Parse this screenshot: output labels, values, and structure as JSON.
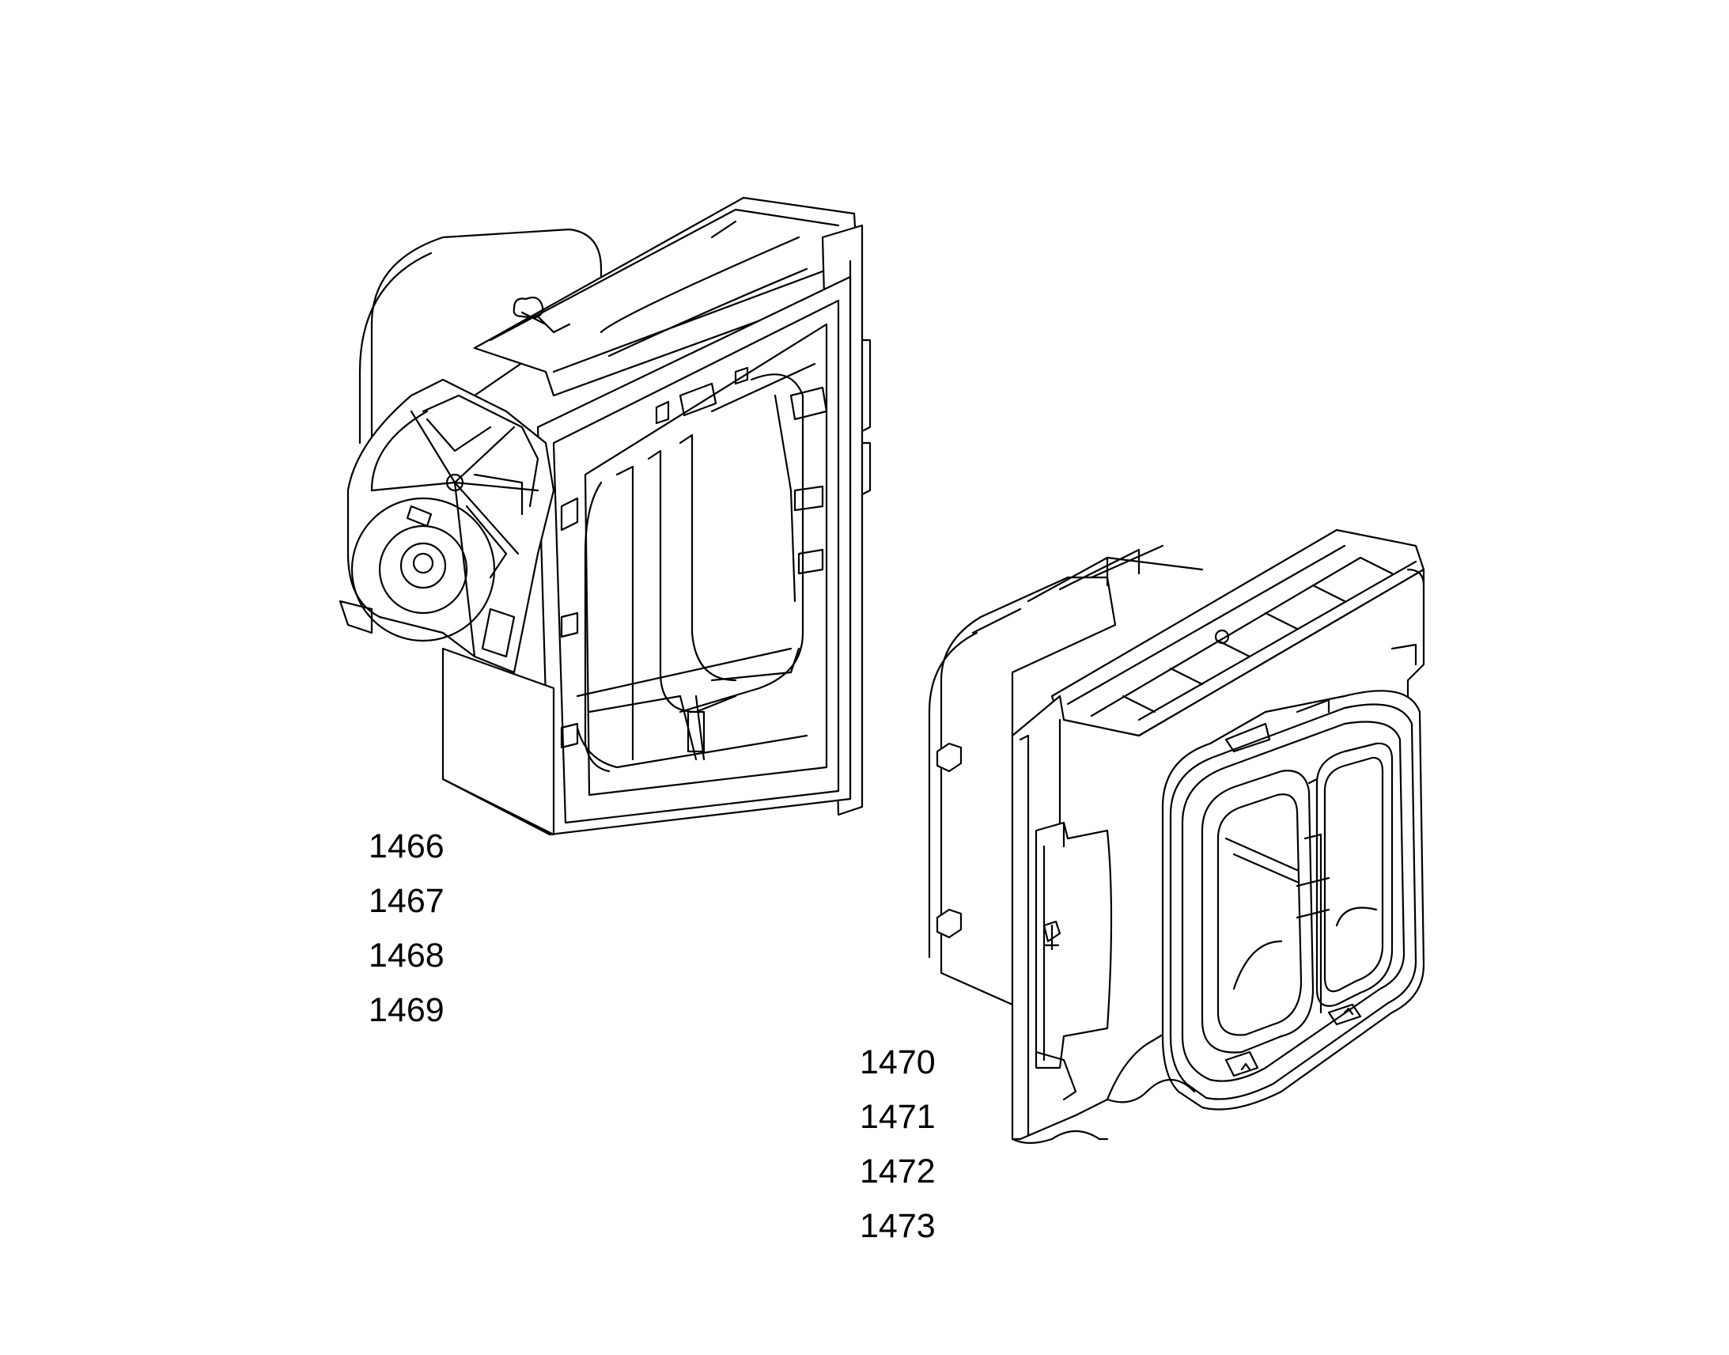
{
  "parts": {
    "left_group": {
      "labels": [
        "1466",
        "1467",
        "1468",
        "1469"
      ]
    },
    "right_group": {
      "labels": [
        "1470",
        "1471",
        "1472",
        "1473"
      ]
    }
  },
  "colors": {
    "line": "#000000",
    "background": "#ffffff"
  }
}
